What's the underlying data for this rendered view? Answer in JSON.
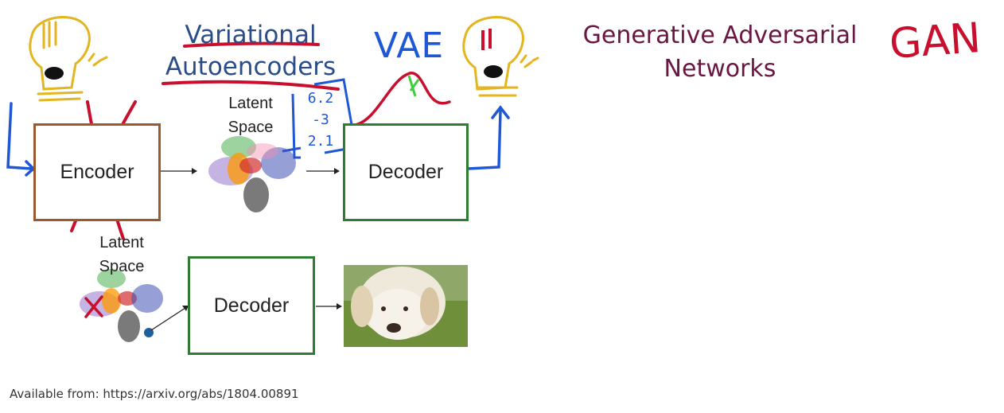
{
  "titles": {
    "vae_line1": "Variational",
    "vae_line2": "Autoencoders",
    "gan_line1": "Generative Adversarial",
    "gan_line2": "Networks"
  },
  "diagram": {
    "top": {
      "encoder_label": "Encoder",
      "latent_line1": "Latent",
      "latent_line2": "Space",
      "decoder_label": "Decoder"
    },
    "bottom": {
      "latent_line1": "Latent",
      "latent_line2": "Space",
      "decoder_label": "Decoder"
    }
  },
  "handwriting": {
    "vae": "VAE",
    "gan": "GAN",
    "vector_values": [
      "6.2",
      "-3",
      "2.1"
    ]
  },
  "footer": {
    "citation": "Available from: https://arxiv.org/abs/1804.00891"
  },
  "colors": {
    "encoder_border": "#9b5a2e",
    "decoder_border": "#2f7d32",
    "ink_blue": "#1f57d6",
    "ink_red": "#c8102e",
    "ink_yellow": "#e3b521",
    "ink_green": "#3ecf3e"
  }
}
